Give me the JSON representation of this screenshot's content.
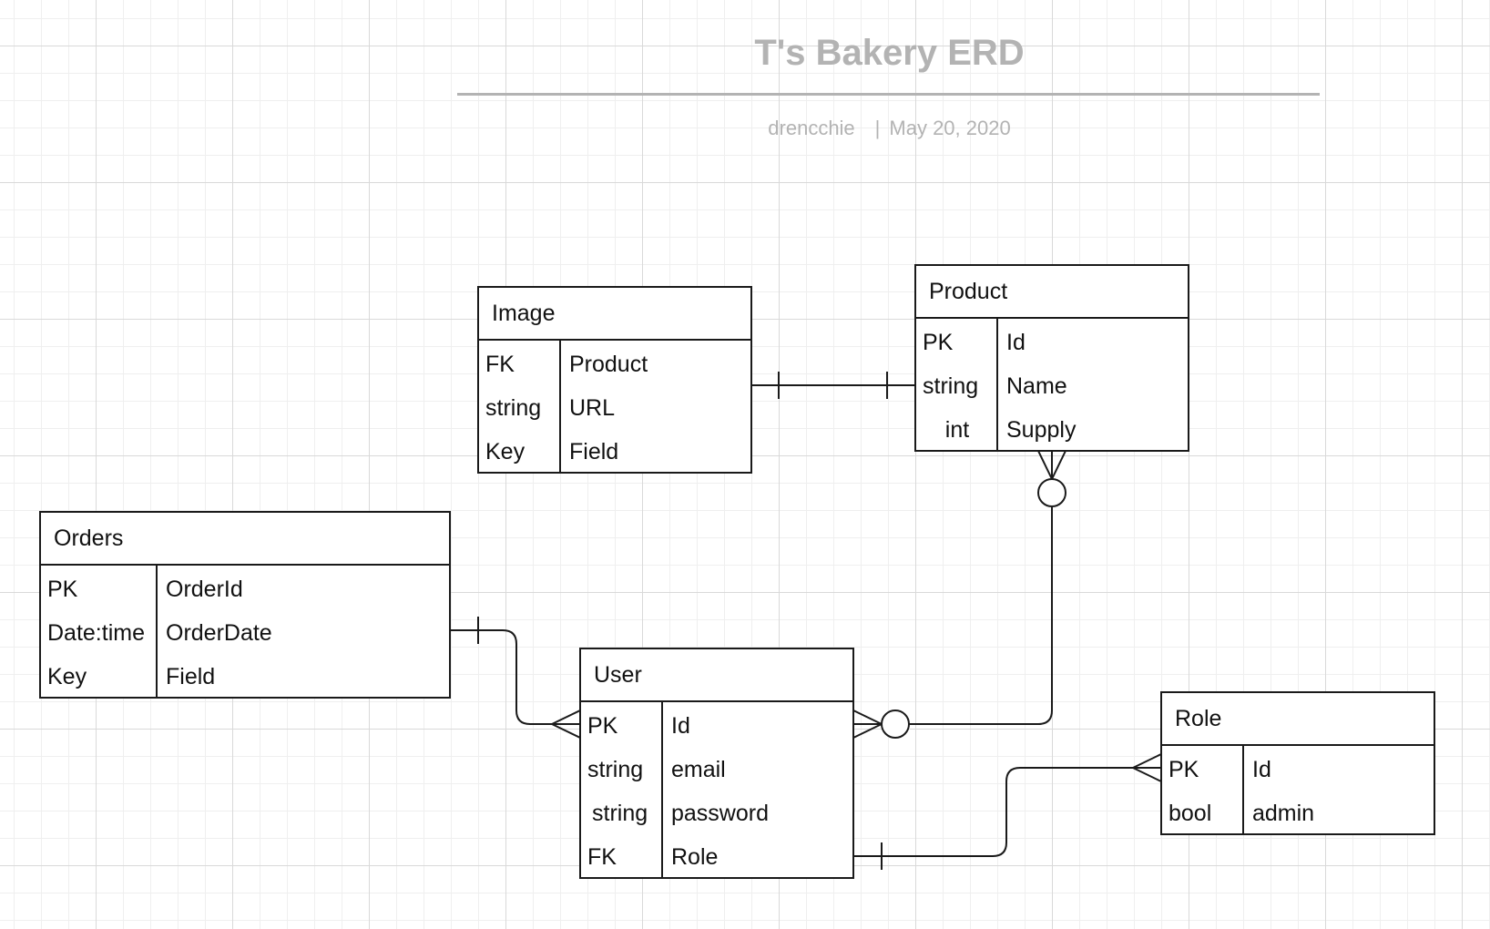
{
  "header": {
    "title": "T's Bakery ERD",
    "author": "drencchie",
    "separator": "|",
    "date": "May 20, 2020"
  },
  "entities": {
    "image": {
      "name": "Image",
      "rows": [
        {
          "key": "FK",
          "field": "Product"
        },
        {
          "key": "string",
          "field": "URL"
        },
        {
          "key": "Key",
          "field": "Field"
        }
      ]
    },
    "product": {
      "name": "Product",
      "rows": [
        {
          "key": "PK",
          "field": "Id"
        },
        {
          "key": "string",
          "field": "Name"
        },
        {
          "key": "int",
          "field": "Supply"
        }
      ]
    },
    "orders": {
      "name": "Orders",
      "rows": [
        {
          "key": "PK",
          "field": "OrderId"
        },
        {
          "key": "Date:time",
          "field": "OrderDate"
        },
        {
          "key": "Key",
          "field": "Field"
        }
      ]
    },
    "user": {
      "name": "User",
      "rows": [
        {
          "key": "PK",
          "field": "Id"
        },
        {
          "key": "string",
          "field": "email"
        },
        {
          "key": "string",
          "field": "password"
        },
        {
          "key": "FK",
          "field": "Role"
        }
      ]
    },
    "role": {
      "name": "Role",
      "rows": [
        {
          "key": "PK",
          "field": "Id"
        },
        {
          "key": "bool",
          "field": "admin"
        }
      ]
    }
  },
  "relationships": [
    {
      "from": "Image",
      "from_cardinality": "one",
      "to": "Product",
      "to_cardinality": "one"
    },
    {
      "from": "Product",
      "from_cardinality": "zero-or-many",
      "to": "User",
      "to_cardinality": "zero-or-many"
    },
    {
      "from": "Orders",
      "from_cardinality": "one",
      "to": "User",
      "to_cardinality": "many"
    },
    {
      "from": "User",
      "from_cardinality": "one",
      "to": "Role",
      "to_cardinality": "many"
    }
  ],
  "colors": {
    "line": "#1a1a1a",
    "header_text": "#b3b3b3",
    "grid_major": "#d9d9d9",
    "grid_minor": "#efefef"
  }
}
